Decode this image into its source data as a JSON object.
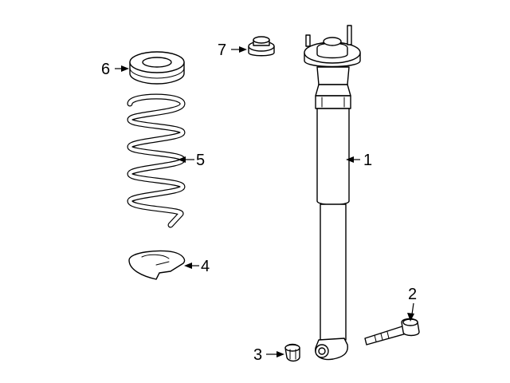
{
  "callouts": [
    {
      "number": "1",
      "part": "shock-absorber"
    },
    {
      "number": "2",
      "part": "bolt"
    },
    {
      "number": "3",
      "part": "nut"
    },
    {
      "number": "4",
      "part": "lower-spring-seat"
    },
    {
      "number": "5",
      "part": "coil-spring"
    },
    {
      "number": "6",
      "part": "upper-spring-insulator"
    },
    {
      "number": "7",
      "part": "upper-mount-nut"
    }
  ],
  "colors": {
    "line": "#000000",
    "background": "#ffffff"
  }
}
